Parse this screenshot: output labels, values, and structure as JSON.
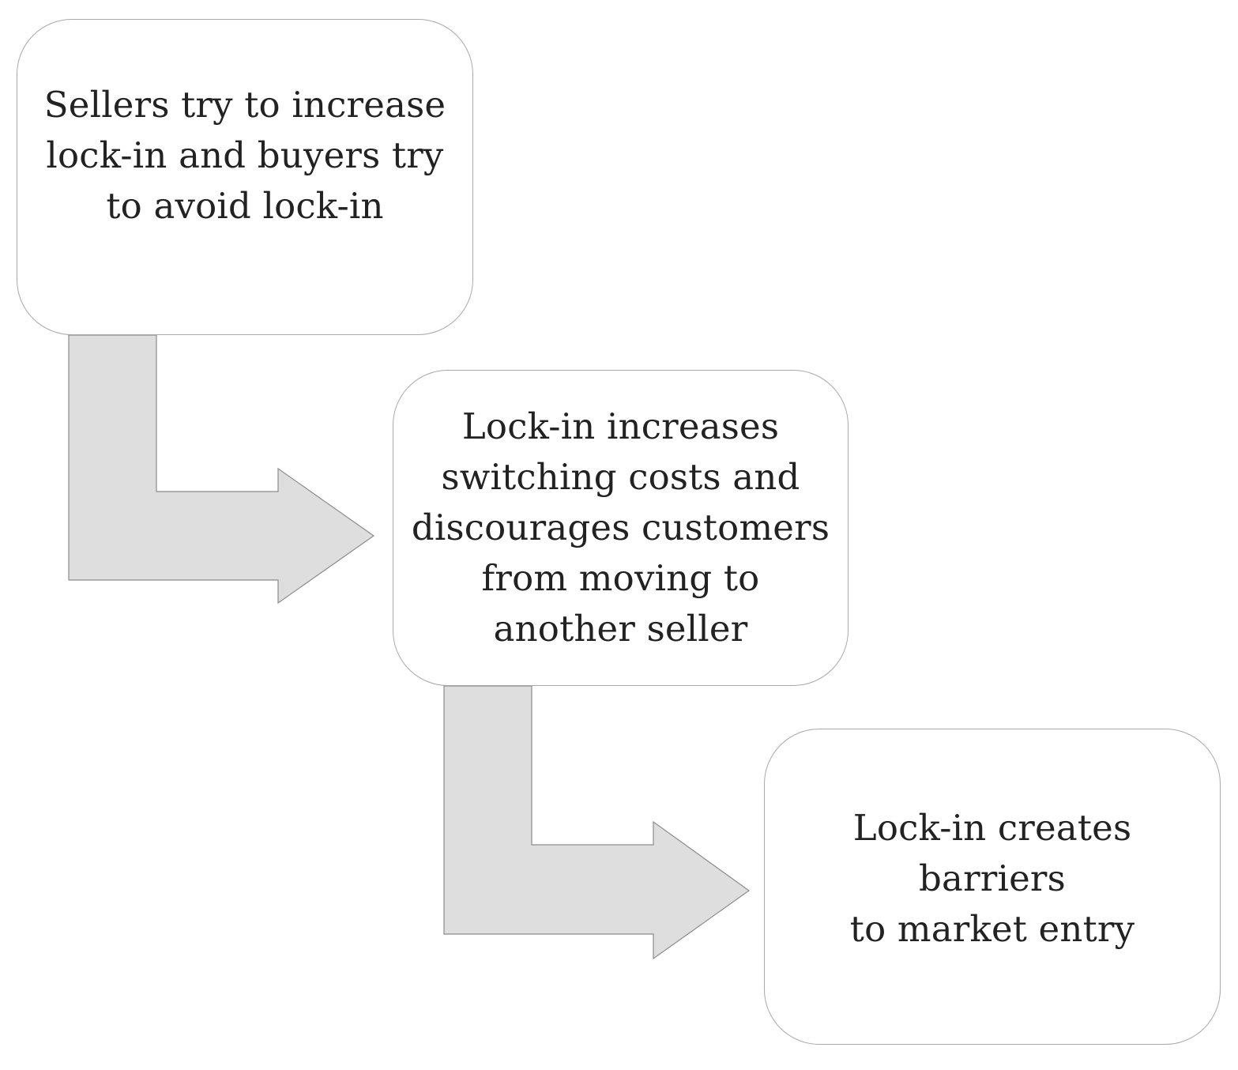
{
  "diagram": {
    "steps": [
      {
        "text": "Sellers try to increase\nlock-in and buyers try\nto avoid lock-in"
      },
      {
        "text": "Lock-in increases\nswitching costs and\ndiscourages customers\nfrom moving to\nanother seller"
      },
      {
        "text": "Lock-in creates barriers\nto market entry"
      }
    ],
    "colors": {
      "arrow_fill": "#dedede",
      "arrow_stroke": "#8c8c8c",
      "box_border": "#a9a9a9",
      "text": "#222222"
    }
  }
}
